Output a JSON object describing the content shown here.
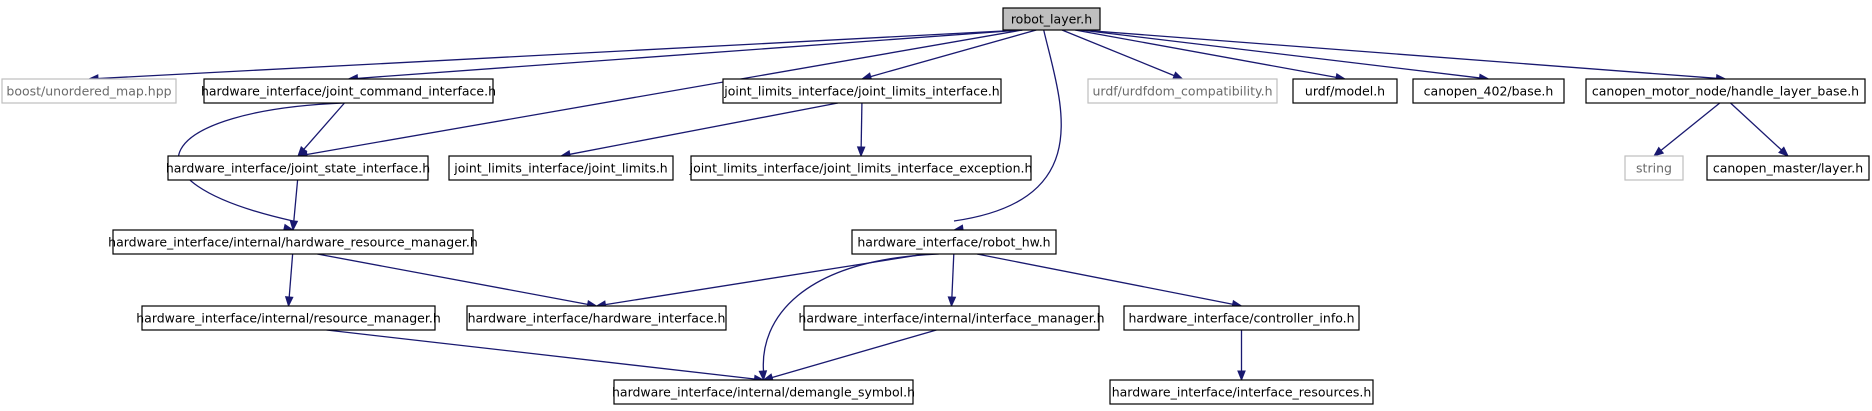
{
  "nodes": {
    "robot_layer": {
      "label": "robot_layer.h",
      "kind": "root"
    },
    "unordered_map": {
      "label": "boost/unordered_map.hpp",
      "kind": "external"
    },
    "joint_command_interface": {
      "label": "hardware_interface/joint_command_interface.h",
      "kind": "file"
    },
    "joint_limits_interface": {
      "label": "joint_limits_interface/joint_limits_interface.h",
      "kind": "file"
    },
    "urdfdom_compatibility": {
      "label": "urdf/urdfdom_compatibility.h",
      "kind": "external"
    },
    "urdf_model": {
      "label": "urdf/model.h",
      "kind": "file"
    },
    "canopen_402_base": {
      "label": "canopen_402/base.h",
      "kind": "file"
    },
    "handle_layer_base": {
      "label": "canopen_motor_node/handle_layer_base.h",
      "kind": "file"
    },
    "joint_state_interface": {
      "label": "hardware_interface/joint_state_interface.h",
      "kind": "file"
    },
    "joint_limits": {
      "label": "joint_limits_interface/joint_limits.h",
      "kind": "file"
    },
    "joint_limits_exception": {
      "label": "joint_limits_interface/joint_limits_interface_exception.h",
      "kind": "file"
    },
    "string": {
      "label": "string",
      "kind": "external"
    },
    "canopen_master_layer": {
      "label": "canopen_master/layer.h",
      "kind": "file"
    },
    "hardware_resource_manager": {
      "label": "hardware_interface/internal/hardware_resource_manager.h",
      "kind": "file"
    },
    "robot_hw": {
      "label": "hardware_interface/robot_hw.h",
      "kind": "file"
    },
    "resource_manager": {
      "label": "hardware_interface/internal/resource_manager.h",
      "kind": "file"
    },
    "hardware_interface": {
      "label": "hardware_interface/hardware_interface.h",
      "kind": "file"
    },
    "interface_manager": {
      "label": "hardware_interface/internal/interface_manager.h",
      "kind": "file"
    },
    "controller_info": {
      "label": "hardware_interface/controller_info.h",
      "kind": "file"
    },
    "demangle_symbol": {
      "label": "hardware_interface/internal/demangle_symbol.h",
      "kind": "file"
    },
    "interface_resources": {
      "label": "hardware_interface/interface_resources.h",
      "kind": "file"
    }
  },
  "edges": [
    [
      "robot_layer",
      "unordered_map"
    ],
    [
      "robot_layer",
      "joint_command_interface"
    ],
    [
      "robot_layer",
      "joint_state_interface"
    ],
    [
      "robot_layer",
      "joint_limits_interface"
    ],
    [
      "robot_layer",
      "robot_hw"
    ],
    [
      "robot_layer",
      "urdfdom_compatibility"
    ],
    [
      "robot_layer",
      "urdf_model"
    ],
    [
      "robot_layer",
      "canopen_402_base"
    ],
    [
      "robot_layer",
      "handle_layer_base"
    ],
    [
      "joint_command_interface",
      "joint_state_interface"
    ],
    [
      "joint_command_interface",
      "hardware_resource_manager"
    ],
    [
      "joint_state_interface",
      "hardware_resource_manager"
    ],
    [
      "joint_limits_interface",
      "joint_limits"
    ],
    [
      "joint_limits_interface",
      "joint_limits_exception"
    ],
    [
      "handle_layer_base",
      "string"
    ],
    [
      "handle_layer_base",
      "canopen_master_layer"
    ],
    [
      "hardware_resource_manager",
      "resource_manager"
    ],
    [
      "hardware_resource_manager",
      "hardware_interface"
    ],
    [
      "robot_hw",
      "hardware_interface"
    ],
    [
      "robot_hw",
      "demangle_symbol"
    ],
    [
      "robot_hw",
      "interface_manager"
    ],
    [
      "robot_hw",
      "controller_info"
    ],
    [
      "resource_manager",
      "demangle_symbol"
    ],
    [
      "interface_manager",
      "demangle_symbol"
    ],
    [
      "controller_info",
      "interface_resources"
    ]
  ]
}
